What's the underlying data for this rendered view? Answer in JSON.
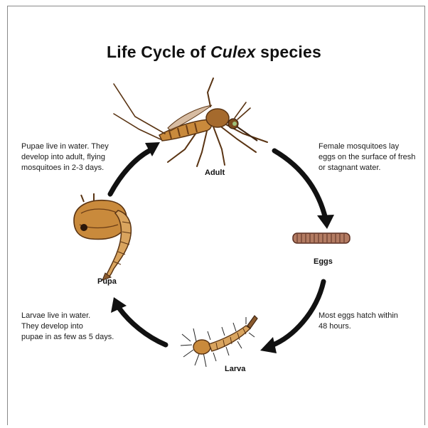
{
  "diagram": {
    "title_prefix": "Life Cycle of ",
    "title_genus": "Culex",
    "title_suffix": " species",
    "stages": {
      "adult": "Adult",
      "eggs": "Eggs",
      "larva": "Larva",
      "pupa": "Pupa"
    },
    "descriptions": {
      "pupa": [
        "Pupae live in water. They",
        "develop into adult, flying",
        "mosquitoes in 2-3 days."
      ],
      "adult": [
        "Female mosquitoes lay",
        "eggs on the surface of fresh",
        "or stagnant water."
      ],
      "eggs": [
        "Most eggs hatch within",
        "48 hours."
      ],
      "larva": [
        "Larvae live in water.",
        "They develop into",
        "pupae in as few as 5 days."
      ]
    },
    "colors": {
      "arrow": "#111111",
      "body_tan": "#c98a3c",
      "body_dark": "#6b3d16",
      "egg_brown": "#8a5a44"
    }
  }
}
